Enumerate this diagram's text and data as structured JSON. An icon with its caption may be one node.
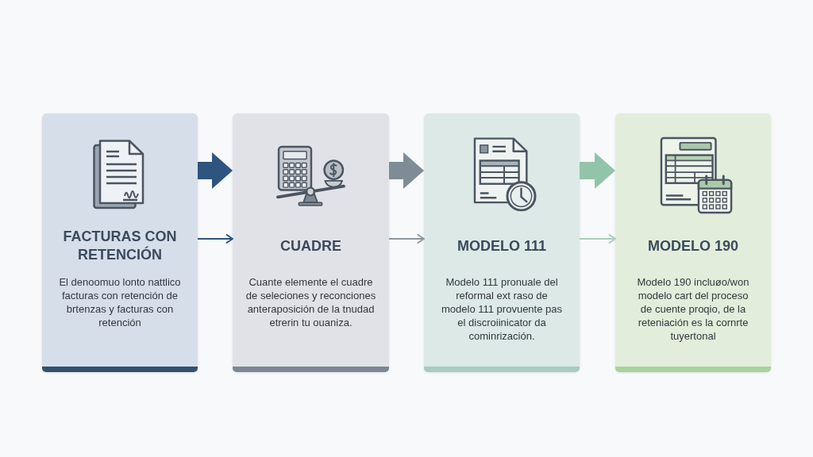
{
  "diagram": {
    "nodes": [
      {
        "text": [
          "FACTURAS CON RETENCIÓN",
          "El denoomuo lonto nattlico facturas con retención de brtenzas y facturas con retención"
        ]
      },
      {
        "text": [
          "CUADRE",
          "Cuante elemente el cuadre de seleciones y reconciones anteraposición de la tnudad etrerin tu ouaniza."
        ]
      },
      {
        "text": [
          "MODELO 111",
          "Modelo 111 pronuale del reformal ext raso de modelo 111 provuente pas el discroiinicator da cominrización."
        ]
      },
      {
        "text": [
          "MODELO 190",
          "Modelo 190 incluøo/won modelo cart del proceso de cuente proqio, de la reteniación es la cornrte tuyertonal"
        ]
      }
    ],
    "edges": [
      {
        "from": 0,
        "to": 1,
        "arrow": "to",
        "style": "thick",
        "color": "#2e5480"
      },
      {
        "from": 0,
        "to": 1,
        "arrow": "to",
        "color": "#2e5480"
      },
      {
        "from": 1,
        "to": 2,
        "arrow": "to",
        "style": "thick",
        "color": "#7f8c95"
      },
      {
        "from": 1,
        "to": 2,
        "arrow": "to",
        "color": "#8e979e"
      },
      {
        "from": 2,
        "to": 3,
        "arrow": "to",
        "style": "thick",
        "color": "#92c4aa"
      },
      {
        "from": 2,
        "to": 3,
        "arrow": "to",
        "color": "#a9cfbb"
      }
    ]
  }
}
